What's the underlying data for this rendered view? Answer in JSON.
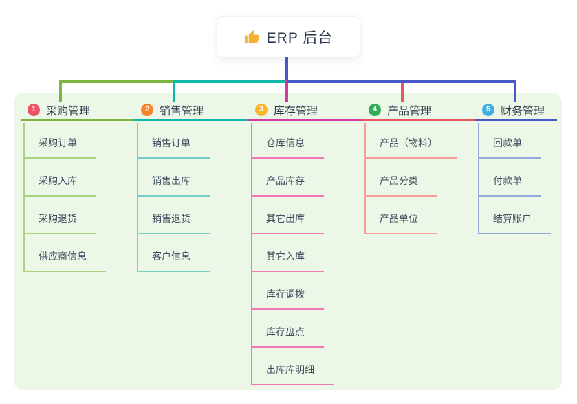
{
  "root": {
    "title": "ERP 后台",
    "icon": "thumbs-up-icon",
    "icon_color": "#f2b237",
    "connector_color": "#4a57c8"
  },
  "canvas": {
    "panel_color": "#edf7e7",
    "background_color": "#ffffff"
  },
  "branches": [
    {
      "number": "1",
      "label": "采购管理",
      "badge_color": "#ed5466",
      "line_color": "#7db53e",
      "child_line_color": "#aad381",
      "children": [
        "采购订单",
        "采购入库",
        "采购退货",
        "供应商信息"
      ]
    },
    {
      "number": "2",
      "label": "销售管理",
      "badge_color": "#f6842d",
      "line_color": "#10b7a8",
      "child_line_color": "#74d0c6",
      "children": [
        "销售订单",
        "销售出库",
        "销售退货",
        "客户信息"
      ]
    },
    {
      "number": "3",
      "label": "库存管理",
      "badge_color": "#fcb528",
      "line_color": "#d13a9e",
      "child_line_color": "#f078b7",
      "children": [
        "仓库信息",
        "产品库存",
        "其它出库",
        "其它入库",
        "库存调拨",
        "库存盘点",
        "出库库明细"
      ]
    },
    {
      "number": "4",
      "label": "产品管理",
      "badge_color": "#30ad5a",
      "line_color": "#eb5461",
      "child_line_color": "#f59f96",
      "children": [
        "产品（物料）",
        "产品分类",
        "产品单位"
      ]
    },
    {
      "number": "5",
      "label": "财务管理",
      "badge_color": "#3fb1e3",
      "line_color": "#4a57c8",
      "child_line_color": "#94a8dc",
      "children": [
        "回款单",
        "付款单",
        "结算账户"
      ]
    }
  ]
}
